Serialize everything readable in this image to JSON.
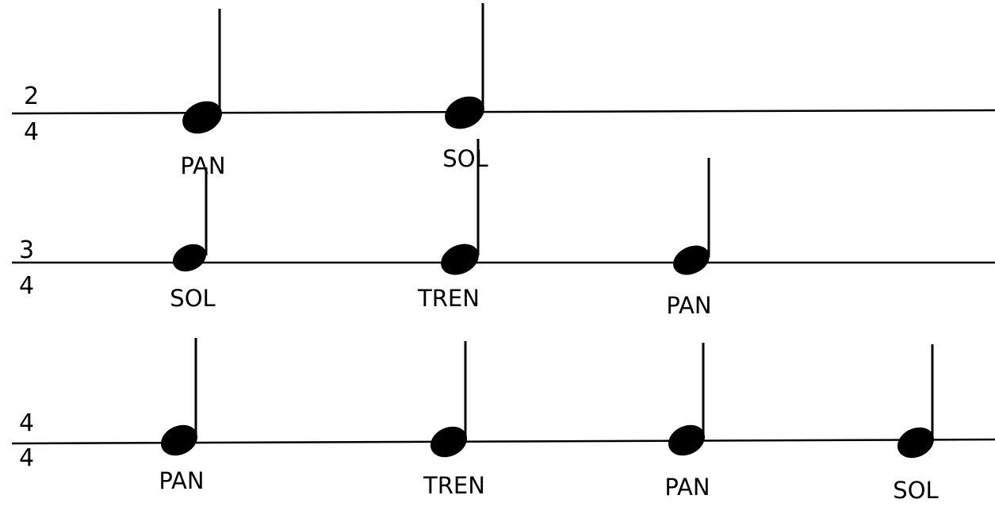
{
  "rows": [
    {
      "time_signature": {
        "top": "2",
        "bottom": "4"
      },
      "notes": [
        {
          "syllable": "PAN"
        },
        {
          "syllable": "SOL"
        }
      ]
    },
    {
      "time_signature": {
        "top": "3",
        "bottom": "4"
      },
      "notes": [
        {
          "syllable": "SOL"
        },
        {
          "syllable": "TREN"
        },
        {
          "syllable": "PAN"
        }
      ]
    },
    {
      "time_signature": {
        "top": "4",
        "bottom": "4"
      },
      "notes": [
        {
          "syllable": "PAN"
        },
        {
          "syllable": "TREN"
        },
        {
          "syllable": "PAN"
        },
        {
          "syllable": "SOL"
        }
      ]
    }
  ]
}
